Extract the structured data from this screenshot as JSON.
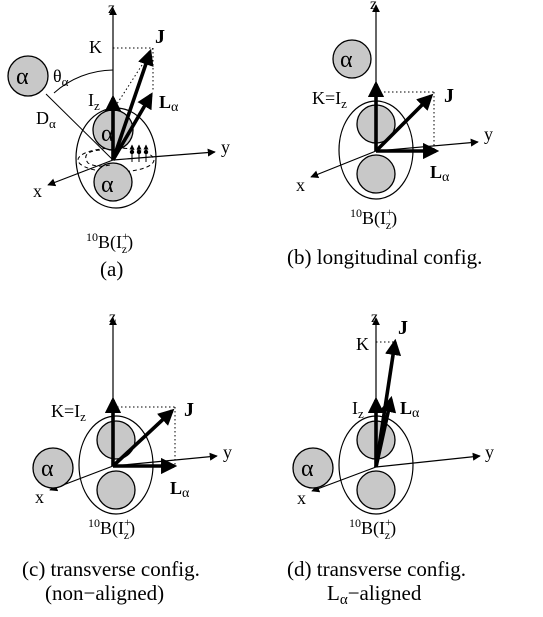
{
  "panel_a": {
    "z": "z",
    "y": "y",
    "x": "x",
    "K": "K",
    "J": "J",
    "I": "I",
    "I_sub": "z",
    "L": "L",
    "L_sub": "α",
    "theta": "θ",
    "theta_sub": "α",
    "D": "D",
    "D_sub": "α",
    "alpha": "α",
    "nucleus_sup": "10",
    "nucleus_main": "B(I",
    "nucleus_plus": "+",
    "nucleus_sub": "z",
    "nucleus_close": ")",
    "caption": "(a)"
  },
  "panel_b": {
    "z": "z",
    "y": "y",
    "x": "x",
    "K_eq": "K=I",
    "K_sub": "z",
    "J": "J",
    "L": "L",
    "L_sub": "α",
    "alpha": "α",
    "nucleus_sup": "10",
    "nucleus_main": "B(I",
    "nucleus_plus": "+",
    "nucleus_sub": "z",
    "nucleus_close": ")",
    "caption": "(b) longitudinal config."
  },
  "panel_c": {
    "z": "z",
    "y": "y",
    "x": "x",
    "K_eq": "K=I",
    "K_sub": "z",
    "J": "J",
    "L": "L",
    "L_sub": "α",
    "alpha": "α",
    "nucleus_sup": "10",
    "nucleus_main": "B(I",
    "nucleus_plus": "+",
    "nucleus_sub": "z",
    "nucleus_close": ")",
    "caption_line1": "(c) transverse config.",
    "caption_line2": "(non−aligned)"
  },
  "panel_d": {
    "z": "z",
    "y": "y",
    "x": "x",
    "K": "K",
    "J": "J",
    "I": "I",
    "I_sub": "z",
    "L": "L",
    "L_sub": "α",
    "alpha": "α",
    "nucleus_sup": "10",
    "nucleus_main": "B(I",
    "nucleus_plus": "+",
    "nucleus_sub": "z",
    "nucleus_close": ")",
    "caption_line1": "(d) transverse config.",
    "caption_line2_main": "L",
    "caption_line2_sub": "α",
    "caption_line2_rest": "−aligned"
  }
}
